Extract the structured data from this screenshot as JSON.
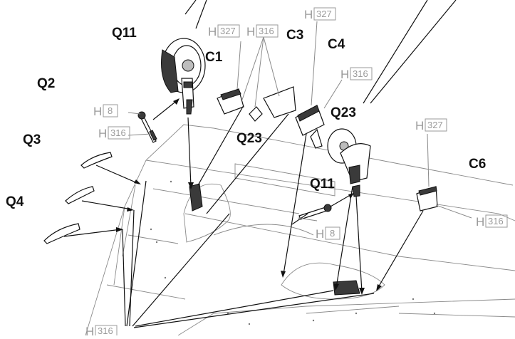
{
  "parts": {
    "q11_top": "Q11",
    "q11_right": "Q11",
    "q2": "Q2",
    "q3": "Q3",
    "q4": "Q4",
    "c1": "C1",
    "c3": "C3",
    "c4": "C4",
    "c6": "C6",
    "q23_left": "Q23",
    "q23_right": "Q23"
  },
  "refs": {
    "h327_top": {
      "letter": "H",
      "number": "327"
    },
    "h316_top": {
      "letter": "H",
      "number": "316"
    },
    "h327_mid": {
      "letter": "H",
      "number": "327"
    },
    "h316_mid": {
      "letter": "H",
      "number": "316"
    },
    "h8_left": {
      "letter": "H",
      "number": "8"
    },
    "h316_left": {
      "letter": "H",
      "number": "316"
    },
    "h327_right": {
      "letter": "H",
      "number": "327"
    },
    "h316_right": {
      "letter": "H",
      "number": "316"
    },
    "h8_right": {
      "letter": "H",
      "number": "8"
    },
    "h316_bottom": {
      "letter": "H",
      "number": "316"
    }
  },
  "colors": {
    "ink": "#111111",
    "reference_grey": "#9a9a9a",
    "panel_lines": "#8a8a8a"
  }
}
